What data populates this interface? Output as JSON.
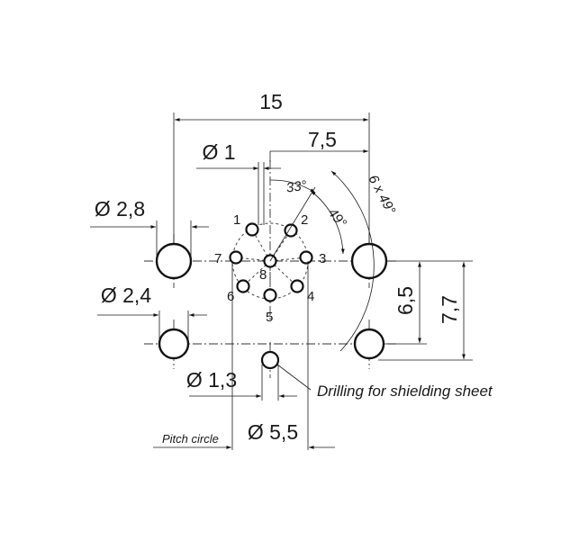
{
  "dimensions": {
    "width_total": "15",
    "half_width": "7,5",
    "pin_diameter": "Ø 1",
    "angle_1": "33°",
    "angle_2": "49°",
    "angle_repeat": "6 x 49°",
    "large_hole_diameter": "Ø 2,8",
    "small_hole_diameter": "Ø 2,4",
    "vertical_1": "6,5",
    "vertical_2": "7,7",
    "shield_hole_diameter": "Ø 1,3",
    "pitch_circle_diameter": "Ø 5,5"
  },
  "pins": [
    "1",
    "2",
    "3",
    "4",
    "5",
    "6",
    "7",
    "8"
  ],
  "notes": {
    "shield": "Drilling for shielding sheet",
    "pitch_circle": "Pitch circle"
  }
}
